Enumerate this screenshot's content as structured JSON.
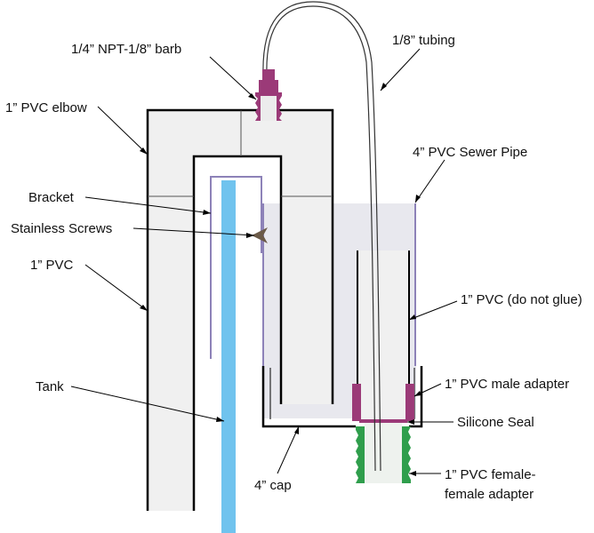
{
  "colors": {
    "pvc_fill": "#f0f0f0",
    "sewer_pipe_fill": "#e8e8ee",
    "outline": "#000000",
    "tank": "#70c3ee",
    "bracket": "#8d82b8",
    "barb": "#9b3a78",
    "female_adapter": "#2f9e4c",
    "tubing": "#333333",
    "screw": "#6b5a48"
  },
  "labels": {
    "barb": "1/4” NPT-1/8” barb",
    "tubing": "1/8” tubing",
    "elbow": "1” PVC elbow",
    "sewer_pipe": "4” PVC Sewer Pipe",
    "bracket": "Bracket",
    "screws": "Stainless Screws",
    "pvc_left": "1” PVC",
    "pvc_no_glue": "1” PVC (do not glue)",
    "tank": "Tank",
    "male_adapter": "1” PVC male adapter",
    "silicone": "Silicone Seal",
    "cap": "4” cap",
    "female_line1": "1” PVC female-",
    "female_line2": "female adapter"
  }
}
